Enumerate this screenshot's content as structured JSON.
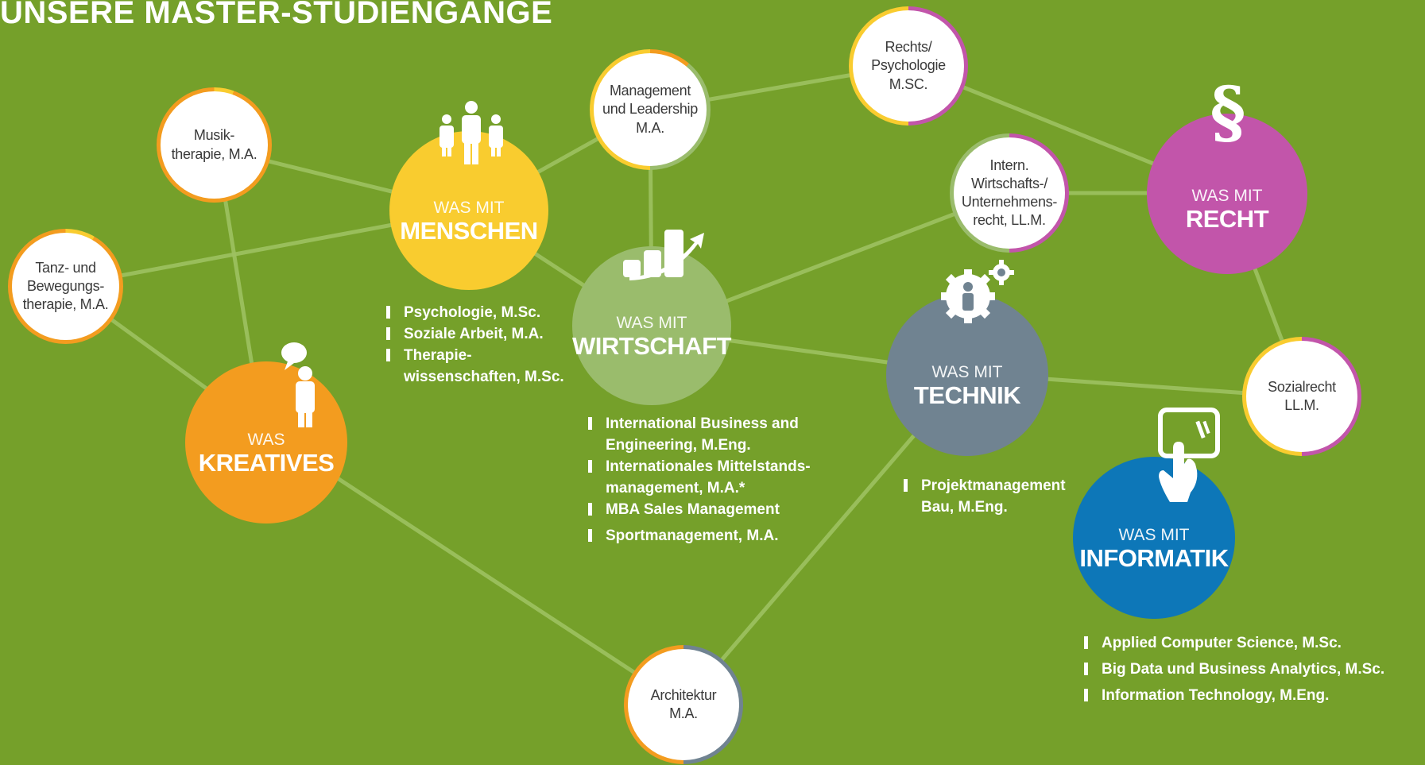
{
  "title": "UNSERE MASTER-STUDIENGÄNGE",
  "colors": {
    "background": "#75a02a",
    "connector": "#9ec261",
    "menschen": "#f9cc2f",
    "wirtschaft": "#9abc6c",
    "kreatives": "#f39c1f",
    "technik": "#708391",
    "recht": "#c255aa",
    "informatik": "#0d77b8"
  },
  "categories": {
    "menschen": {
      "pre": "WAS MIT",
      "main": "MENSCHEN",
      "icon": "people-icon"
    },
    "wirtschaft": {
      "pre": "WAS MIT",
      "main": "WIRTSCHAFT",
      "icon": "growth-chart-icon"
    },
    "kreatives": {
      "pre": "WAS",
      "main": "KREATIVES",
      "icon": "speaking-person-icon"
    },
    "technik": {
      "pre": "WAS MIT",
      "main": "TECHNIK",
      "icon": "gear-person-icon"
    },
    "recht": {
      "pre": "WAS MIT",
      "main": "RECHT",
      "icon": "paragraph-icon",
      "symbol": "§"
    },
    "informatik": {
      "pre": "WAS MIT",
      "main": "INFORMATIK",
      "icon": "touchscreen-icon"
    }
  },
  "nodes": {
    "musiktherapie": "Musik-\ntherapie, M.A.",
    "tanztherapie": "Tanz- und\nBewegungs-\ntherapie, M.A.",
    "management": "Management\nund Leadership\nM.A.",
    "rechtspsychologie": "Rechts/\nPsychologie\nM.SC.",
    "wirtschaftsrecht": "Intern.\nWirtschafts-/\nUnternehmens-\nrecht, LL.M.",
    "sozialrecht": "Sozialrecht\nLL.M.",
    "architektur": "Architektur\nM.A."
  },
  "lists": {
    "menschen": [
      "Psychologie, M.Sc.",
      "Soziale Arbeit, M.A.",
      "Therapie-\nwissenschaften, M.Sc."
    ],
    "wirtschaft": [
      "International Business and\nEngineering, M.Eng.",
      "Internationales Mittelstands-\nmanagement, M.A.*",
      "MBA Sales Management",
      "Sportmanagement, M.A."
    ],
    "technik": [
      "Projektmanagement\nBau, M.Eng."
    ],
    "informatik": [
      "Applied Computer Science, M.Sc.",
      "Big Data und Business Analytics, M.Sc.",
      "Information Technology, M.Eng."
    ]
  }
}
